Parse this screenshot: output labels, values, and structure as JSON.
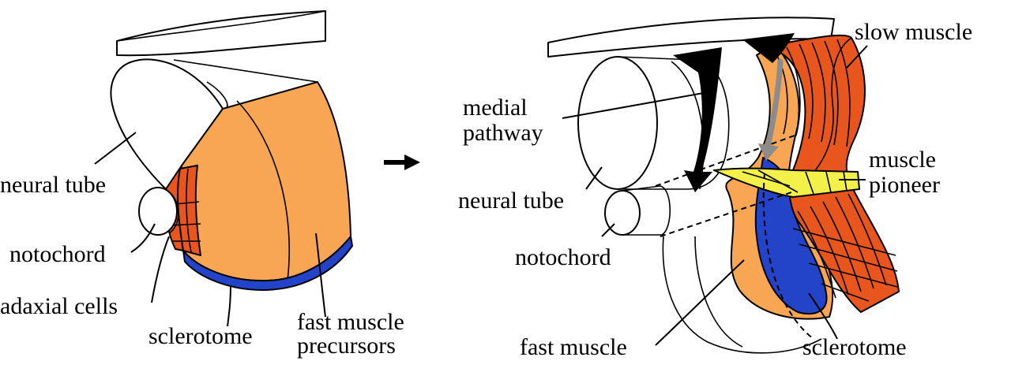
{
  "colors": {
    "fast_muscle": "#F8A654",
    "slow_muscle": "#E8561E",
    "sclerotome": "#2343C8",
    "muscle_pioneer": "#F3F04A",
    "arrow_black": "#000000",
    "arrow_grey": "#8C8C8C"
  },
  "left_panel": {
    "labels": {
      "neural_tube": "neural tube",
      "notochord": "notochord",
      "adaxial_cells": "adaxial cells",
      "sclerotome": "sclerotome",
      "fast_muscle_precursors_1": "fast muscle",
      "fast_muscle_precursors_2": "precursors"
    }
  },
  "right_panel": {
    "labels": {
      "slow_muscle": "slow muscle",
      "medial_pathway_1": "medial",
      "medial_pathway_2": "pathway",
      "muscle_pioneer_1": "muscle",
      "muscle_pioneer_2": "pioneer",
      "neural_tube": "neural tube",
      "notochord": "notochord",
      "fast_muscle": "fast muscle",
      "sclerotome": "sclerotome"
    }
  },
  "transition_arrow": "right-arrow-icon"
}
